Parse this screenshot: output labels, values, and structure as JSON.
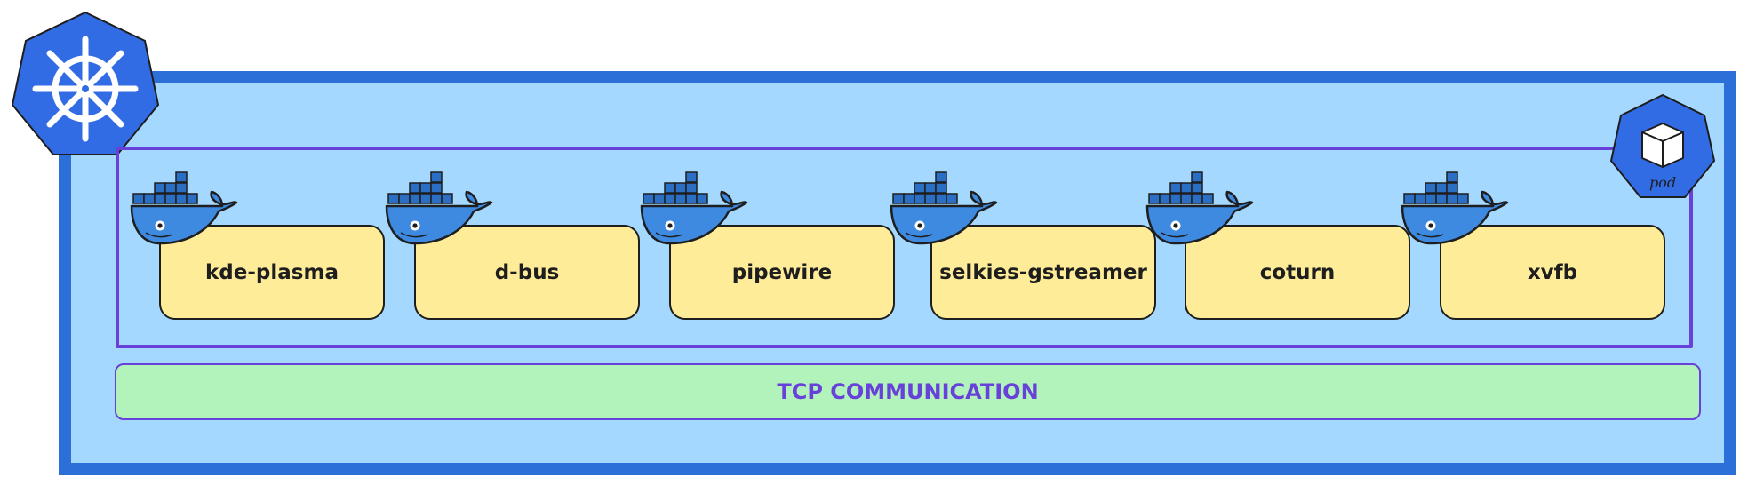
{
  "colors": {
    "cluster_fill": "#a5d8ff",
    "cluster_border": "#2d6fd9",
    "pod_border": "#6741d9",
    "container_fill": "#ffec99",
    "tcp_fill": "#b2f2bb",
    "tcp_text": "#6741d9",
    "k8s_blue": "#326ce5",
    "docker_blue": "#2496ed"
  },
  "icons": {
    "cluster": "kubernetes-helm-icon",
    "pod": "kubernetes-pod-cube-icon",
    "container": "docker-whale-icon"
  },
  "pod": {
    "label": "pod"
  },
  "containers": [
    {
      "name": "kde-plasma"
    },
    {
      "name": "d-bus"
    },
    {
      "name": "pipewire"
    },
    {
      "name": "selkies-gstreamer"
    },
    {
      "name": "coturn"
    },
    {
      "name": "xvfb"
    }
  ],
  "network": {
    "label": "TCP COMMUNICATION"
  }
}
